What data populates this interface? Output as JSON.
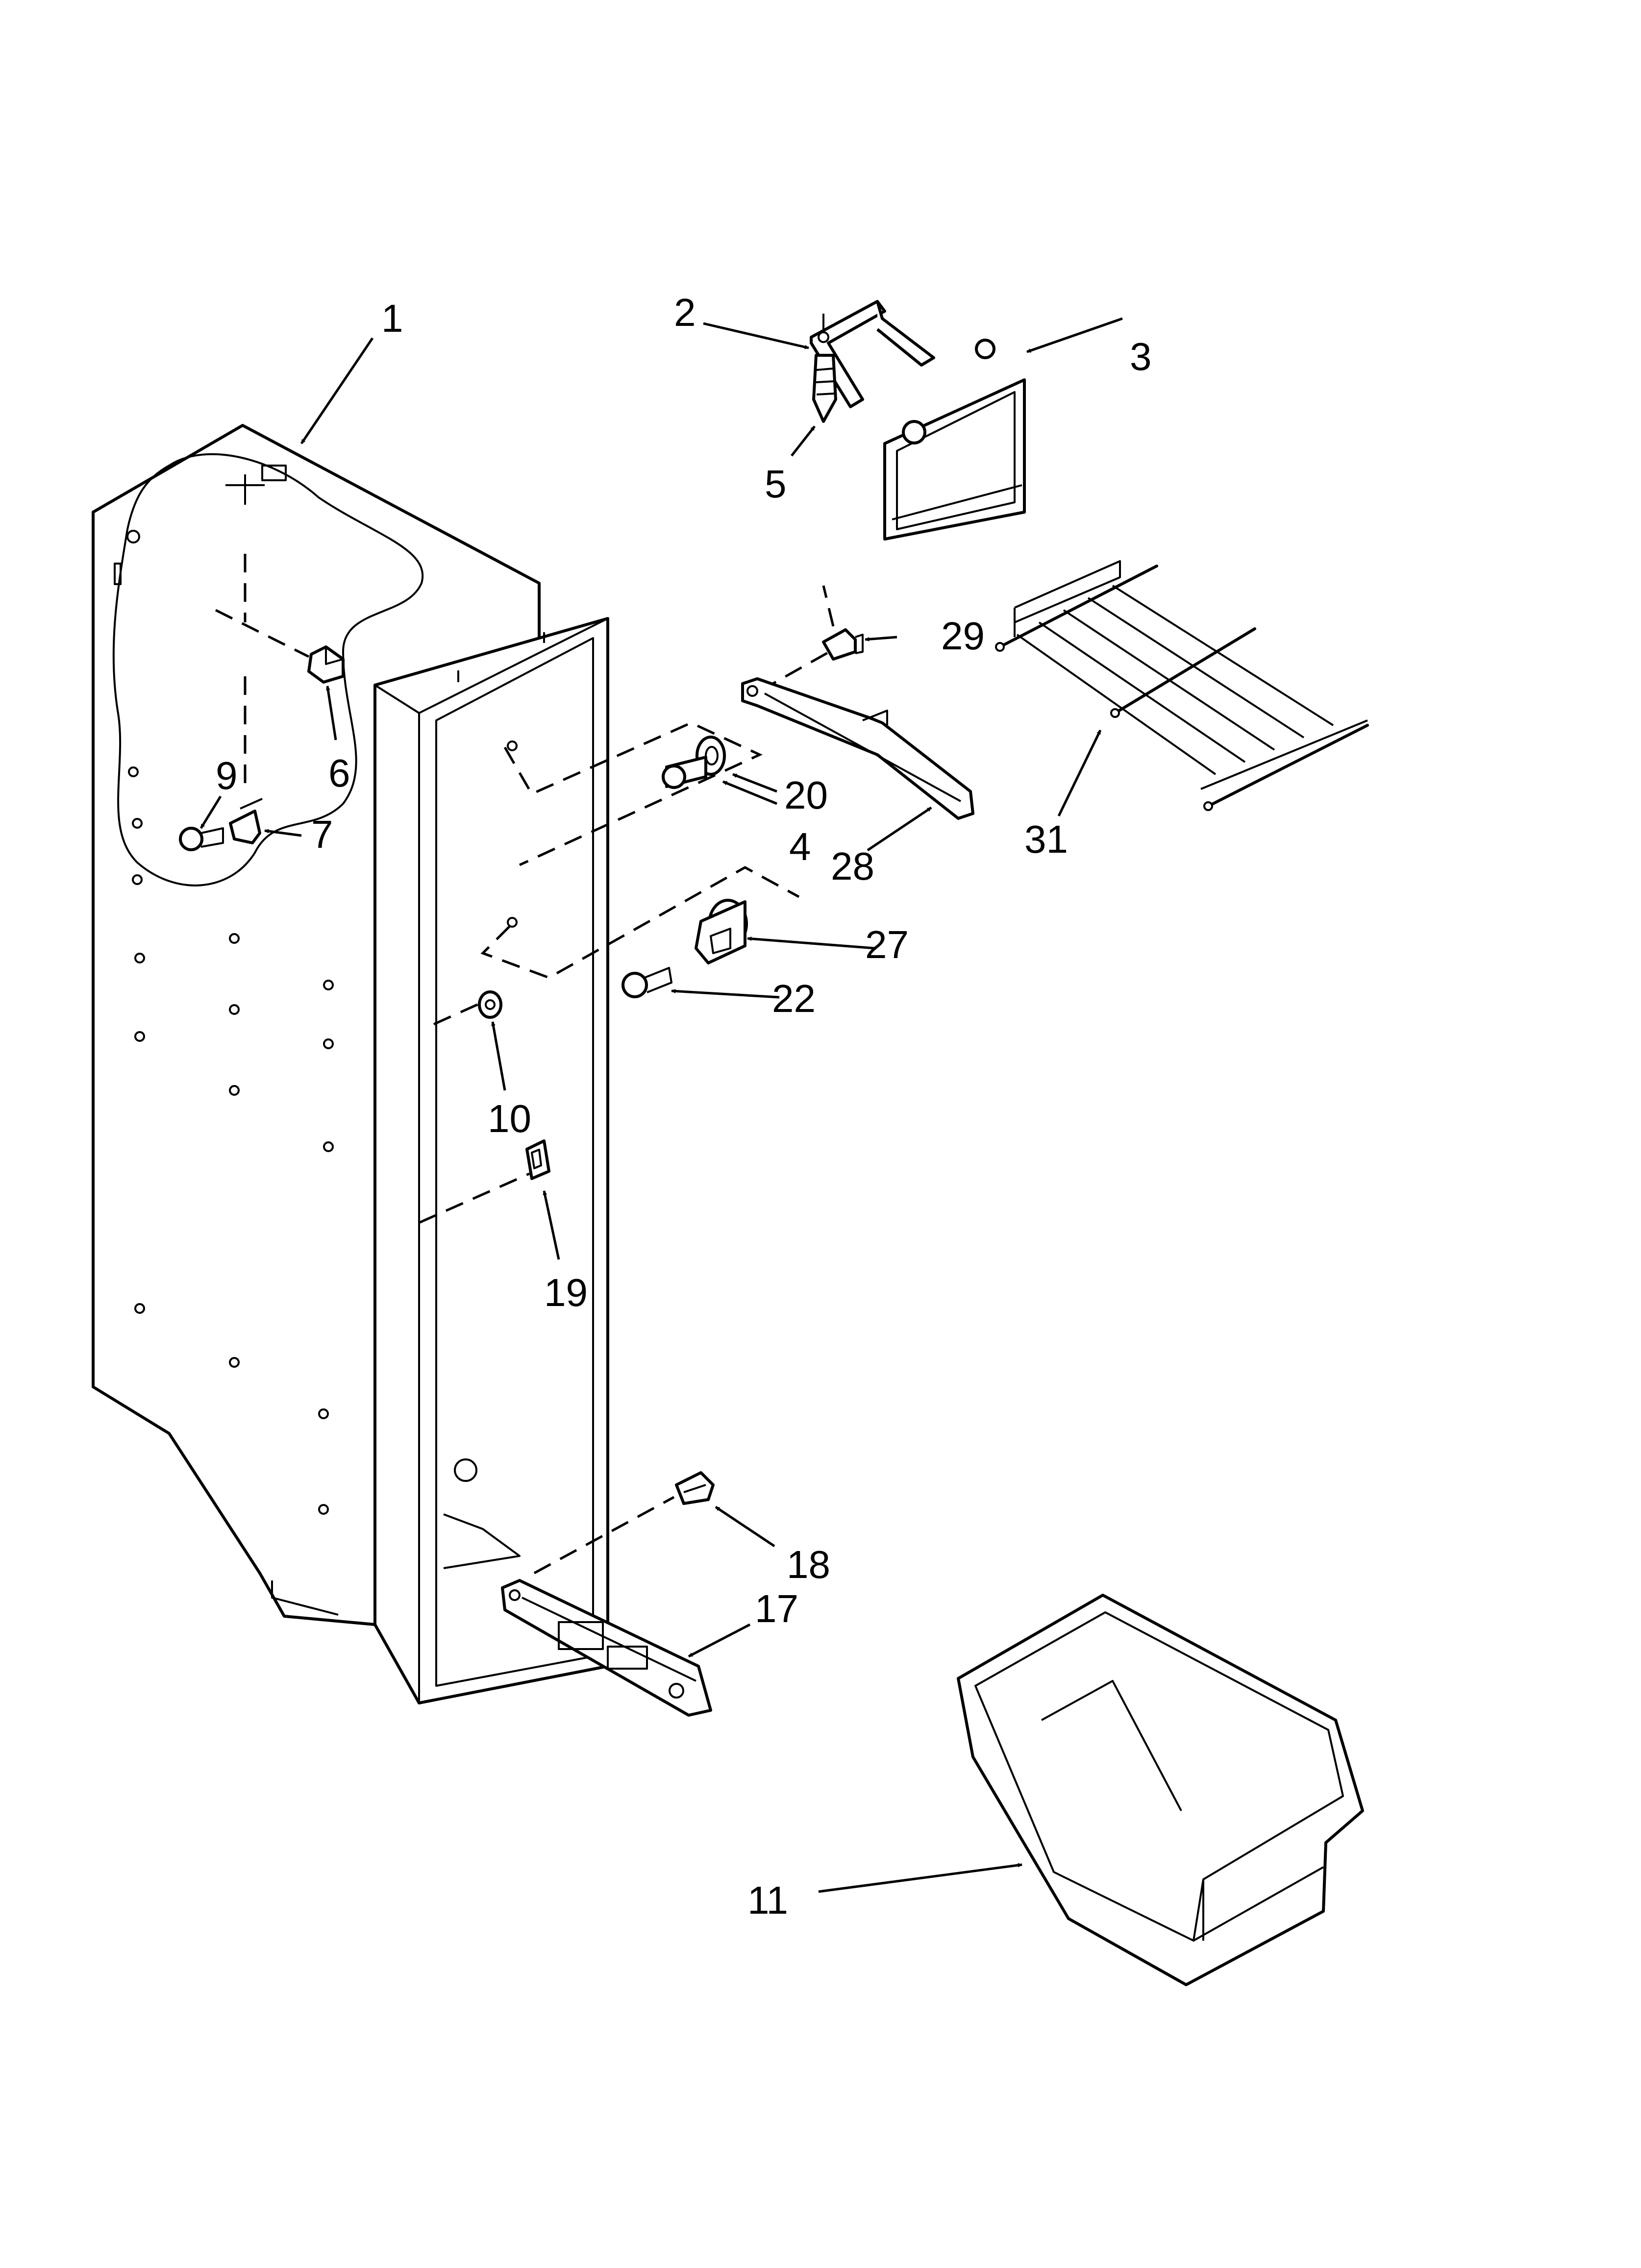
{
  "diagram": {
    "type": "exploded-parts-view",
    "callouts": [
      {
        "id": "c1",
        "label": "1"
      },
      {
        "id": "c2",
        "label": "2"
      },
      {
        "id": "c3",
        "label": "3"
      },
      {
        "id": "c4",
        "label": "4"
      },
      {
        "id": "c5",
        "label": "5"
      },
      {
        "id": "c6",
        "label": "6"
      },
      {
        "id": "c7",
        "label": "7"
      },
      {
        "id": "c9",
        "label": "9"
      },
      {
        "id": "c10",
        "label": "10"
      },
      {
        "id": "c11",
        "label": "11"
      },
      {
        "id": "c17",
        "label": "17"
      },
      {
        "id": "c18",
        "label": "18"
      },
      {
        "id": "c19",
        "label": "19"
      },
      {
        "id": "c20",
        "label": "20"
      },
      {
        "id": "c22",
        "label": "22"
      },
      {
        "id": "c27",
        "label": "27"
      },
      {
        "id": "c28",
        "label": "28"
      },
      {
        "id": "c29",
        "label": "29"
      },
      {
        "id": "c31",
        "label": "31"
      }
    ],
    "colors": {
      "line": "#000000",
      "background": "#ffffff"
    }
  }
}
